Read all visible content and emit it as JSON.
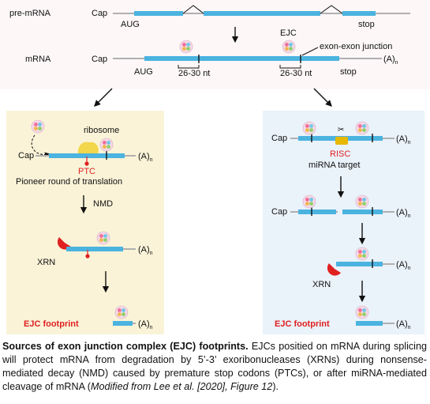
{
  "top": {
    "pre_mrna_label": "pre-mRNA",
    "mrna_label": "mRNA",
    "cap": "Cap",
    "aug": "AUG",
    "stop": "stop",
    "ejc": "EJC",
    "exon_junction": "exon-exon junction",
    "poly_a": "(A)",
    "poly_a_sub": "n",
    "nt_left": "26-30 nt",
    "nt_right": "26-30 nt"
  },
  "left_panel": {
    "ribosome": "ribosome",
    "cap": "Cap",
    "poly_a": "(A)",
    "poly_a_sub": "n",
    "ptc": "PTC",
    "pioneer": "Pioneer round of translation",
    "nmd": "NMD",
    "xrn": "XRN",
    "footprint": "EJC footprint"
  },
  "right_panel": {
    "cap": "Cap",
    "poly_a": "(A)",
    "poly_a_sub": "n",
    "risc": "RISC",
    "mirna_target": "miRNA target",
    "xrn": "XRN",
    "footprint": "EJC footprint"
  },
  "caption": {
    "title": "Sources of exon junction complex (EJC) footprints.",
    "body": " EJCs positied on mRNA during splicing will protect mRNA from degradation by 5’-3’ exoribonucleases (XRNs) during nonsense-mediated decay (NMD) caused by premature stop codons (PTCs), or after miRNA-mediated cleavage of mRNA (",
    "italic": "Modified from Lee et al. [2020], Figure 12",
    "end": ")."
  },
  "colors": {
    "exon": "#4bb3df",
    "line": "#b0b0b0",
    "left_panel_bg": "#faf3d8",
    "right_panel_bg": "#eaf2fa",
    "red": "#e02020",
    "risc": "#e6b800"
  }
}
